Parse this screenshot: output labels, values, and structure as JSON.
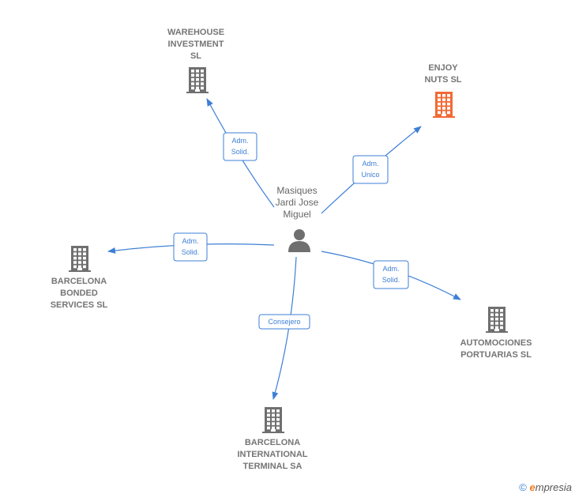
{
  "colors": {
    "edge": "#3d7fd6",
    "building": "#6f6f6f",
    "building_focus": "#f26a35"
  },
  "person": {
    "label_lines": [
      "Masiques",
      "Jardi Jose",
      "Miguel"
    ],
    "icon": "person-icon"
  },
  "companies": [
    {
      "id": "warehouse-investment",
      "label_lines": [
        "WAREHOUSE",
        "INVESTMENT",
        "SL"
      ],
      "focus": false,
      "icon": "building-icon"
    },
    {
      "id": "enjoy-nuts",
      "label_lines": [
        "ENJOY",
        "NUTS  SL"
      ],
      "focus": true,
      "icon": "building-icon"
    },
    {
      "id": "barcelona-bonded",
      "label_lines": [
        "BARCELONA",
        "BONDED",
        "SERVICES SL"
      ],
      "focus": false,
      "icon": "building-icon"
    },
    {
      "id": "automociones-portuarias",
      "label_lines": [
        "AUTOMOCIONES",
        "PORTUARIAS SL"
      ],
      "focus": false,
      "icon": "building-icon"
    },
    {
      "id": "barcelona-international",
      "label_lines": [
        "BARCELONA",
        "INTERNATIONAL",
        "TERMINAL SA"
      ],
      "focus": false,
      "icon": "building-icon"
    }
  ],
  "edges": [
    {
      "to": "warehouse-investment",
      "label_lines": [
        "Adm.",
        "Solid."
      ]
    },
    {
      "to": "enjoy-nuts",
      "label_lines": [
        "Adm.",
        "Unico"
      ]
    },
    {
      "to": "barcelona-bonded",
      "label_lines": [
        "Adm.",
        "Solid."
      ]
    },
    {
      "to": "automociones-portuarias",
      "label_lines": [
        "Adm.",
        "Solid."
      ]
    },
    {
      "to": "barcelona-international",
      "label_lines": [
        "Consejero"
      ]
    }
  ],
  "footer": {
    "copyright": "©",
    "brand_initial": "e",
    "brand_rest": "mpresia"
  }
}
